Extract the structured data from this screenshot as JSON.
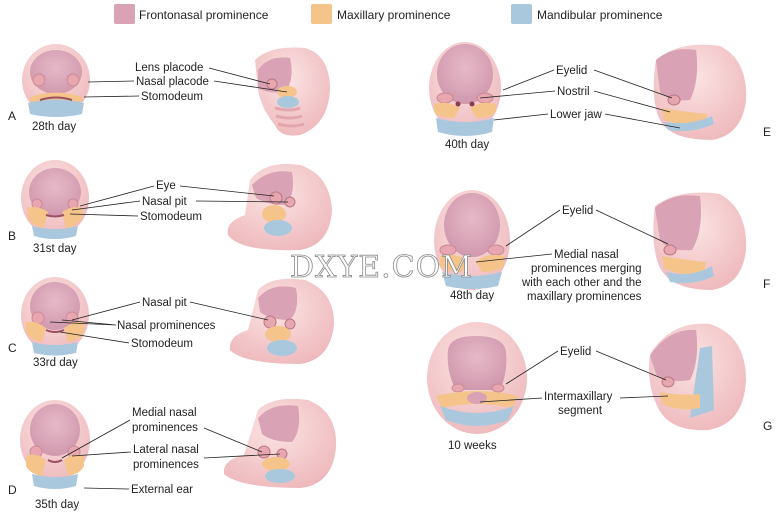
{
  "legend": [
    {
      "label": "Frontonasal prominence",
      "color": "#d9a3b5"
    },
    {
      "label": "Maxillary prominence",
      "color": "#f5c48a"
    },
    {
      "label": "Mandibular prominence",
      "color": "#a9c8de"
    }
  ],
  "colors": {
    "skin": "#f6d0d2",
    "skin_dark": "#e7aeb2",
    "eye": "#e8a6b0"
  },
  "panels": {
    "A": {
      "letter": "A",
      "age": "28th day",
      "labels": [
        "Lens placode",
        "Nasal placode",
        "Stomodeum"
      ]
    },
    "B": {
      "letter": "B",
      "age": "31st day",
      "labels": [
        "Eye",
        "Nasal pit",
        "Stomodeum"
      ]
    },
    "C": {
      "letter": "C",
      "age": "33rd day",
      "labels": [
        "Nasal pit",
        "Nasal prominences",
        "Stomodeum"
      ]
    },
    "D": {
      "letter": "D",
      "age": "35th day",
      "labels": [
        "Medial nasal",
        "prominences",
        "Lateral nasal",
        "prominences",
        "External ear"
      ]
    },
    "E": {
      "letter": "E",
      "age": "40th day",
      "labels": [
        "Eyelid",
        "Nostril",
        "Lower jaw"
      ]
    },
    "F": {
      "letter": "F",
      "age": "48th day",
      "labels": [
        "Eyelid",
        "Medial nasal",
        "prominences merging",
        "with each other and the",
        "maxillary prominences"
      ]
    },
    "G": {
      "letter": "G",
      "age": "10 weeks",
      "labels": [
        "Eyelid",
        "Intermaxillary",
        "segment"
      ]
    }
  },
  "watermark": "DXYE.COM"
}
